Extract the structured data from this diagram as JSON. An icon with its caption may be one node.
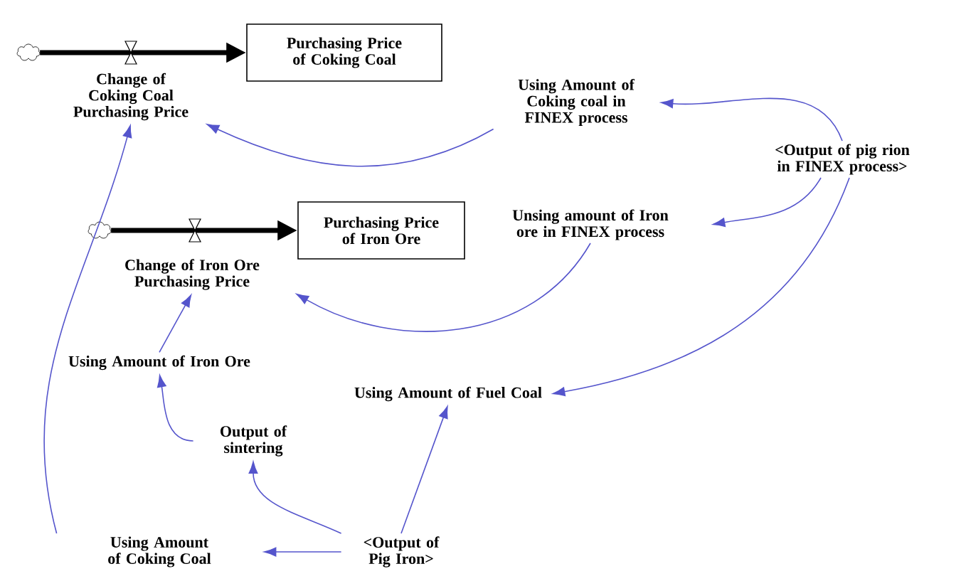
{
  "diagram": {
    "nodes": [
      {
        "text": [],
        "shape": "cloud"
      },
      {
        "text": [
          "Change of Coking Coal Purchasing Price"
        ]
      },
      {
        "text": [
          "Purchasing Price of Coking Coal"
        ]
      },
      {
        "text": [
          "Using Amount of Coking coal in FINEX process"
        ]
      },
      {
        "text": [
          "<Output of pig rion in FINEX process>"
        ]
      },
      {
        "text": [],
        "shape": "cloud"
      },
      {
        "text": [
          "Purchasing Price of Iron Ore"
        ]
      },
      {
        "text": [
          "Unsing amount of Iron ore in FINEX process"
        ]
      },
      {
        "text": [
          "Change of Iron Ore Purchasing Price"
        ]
      },
      {
        "text": [
          "Using Amount of Iron Ore"
        ]
      },
      {
        "text": [
          "Using Amount of Fuel Coal"
        ]
      },
      {
        "text": [
          "Output of sintering"
        ]
      },
      {
        "text": [
          "Using Amount of Coking Coal"
        ]
      },
      {
        "text": [
          "<Output of Pig Iron>"
        ]
      }
    ],
    "edges": [
      {
        "from": 0,
        "to": 2,
        "arrow": "to",
        "style": "thick",
        "color": "#000000"
      },
      {
        "from": 4,
        "to": 3,
        "arrow": "to"
      },
      {
        "from": 3,
        "to": 1,
        "arrow": "to"
      },
      {
        "from": 4,
        "to": 7,
        "arrow": "to"
      },
      {
        "from": 7,
        "to": 8,
        "arrow": "to"
      },
      {
        "from": 4,
        "to": 10,
        "arrow": "to"
      },
      {
        "from": 5,
        "to": 6,
        "arrow": "to",
        "style": "thick",
        "color": "#000000"
      },
      {
        "from": 9,
        "to": 8,
        "arrow": "to"
      },
      {
        "from": 11,
        "to": 9,
        "arrow": "to"
      },
      {
        "from": 13,
        "to": 11,
        "arrow": "to"
      },
      {
        "from": 13,
        "to": 10,
        "arrow": "to"
      },
      {
        "from": 13,
        "to": 12,
        "arrow": "to"
      },
      {
        "from": 12,
        "to": 1,
        "arrow": "to"
      }
    ]
  }
}
